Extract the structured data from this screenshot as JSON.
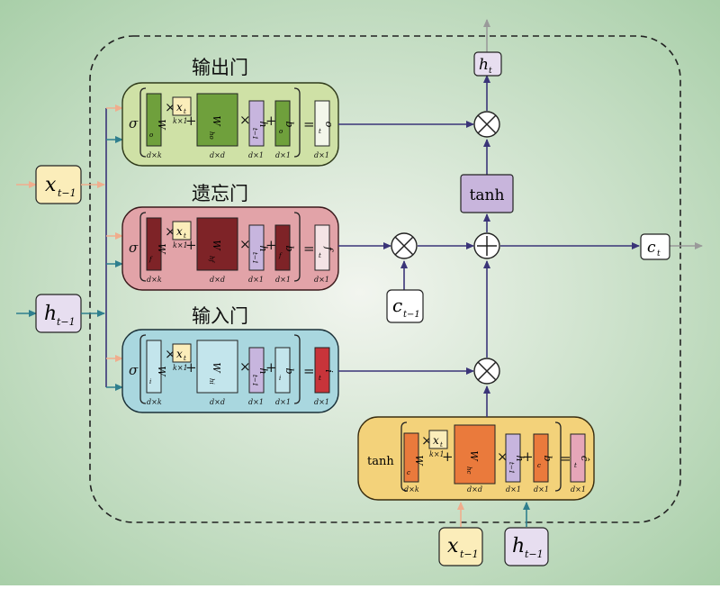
{
  "gates": [
    {
      "key": "output",
      "title": "输出门",
      "activation": "σ",
      "w_x": "W",
      "w_x_sub": "o",
      "w_h": "W",
      "w_h_sub": "ho",
      "h_label": "h",
      "h_sub": "t−1",
      "b_label": "b",
      "b_sub": "o",
      "result": "o",
      "result_sub": "t",
      "colors": {
        "bg": "#cfe1a6",
        "border": "#2f3a1a",
        "fill": "#6fa03c",
        "result_fill": "#f3f6ea"
      }
    },
    {
      "key": "forget",
      "title": "遗忘门",
      "activation": "σ",
      "w_x": "W",
      "w_x_sub": "f",
      "w_h": "W",
      "w_h_sub": "hf",
      "h_label": "h",
      "h_sub": "t−1",
      "b_label": "b",
      "b_sub": "f",
      "result": "f",
      "result_sub": "t",
      "colors": {
        "bg": "#e2a3a8",
        "border": "#3a1a1c",
        "fill": "#7e2327",
        "result_fill": "#f4e3e5"
      }
    },
    {
      "key": "input",
      "title": "输入门",
      "activation": "σ",
      "w_x": "W",
      "w_x_sub": "i",
      "w_h": "W",
      "w_h_sub": "hi",
      "h_label": "h",
      "h_sub": "t−1",
      "b_label": "b",
      "b_sub": "i",
      "result": "i",
      "result_sub": "t",
      "colors": {
        "bg": "#a9d7df",
        "border": "#1a3038",
        "fill": "#c3e5ec",
        "result_fill": "#c8343a"
      }
    }
  ],
  "candidate": {
    "activation": "tanh",
    "w_x": "W",
    "w_x_sub": "c",
    "w_h": "W",
    "w_h_sub": "hc",
    "h_label": "h",
    "h_sub": "t−1",
    "b_label": "b",
    "b_sub": "c",
    "result": "ĉ",
    "result_sub": "t",
    "colors": {
      "bg": "#f3d27a",
      "border": "#3a2e10",
      "fill": "#ea7a3c",
      "result_fill": "#e6a6b8"
    }
  },
  "dims": {
    "w_x": "d×k",
    "x": "k×1",
    "w_h": "d×d",
    "h": "d×1",
    "b": "d×1",
    "result": "d×1"
  },
  "inputs": {
    "x_label": "x",
    "x_sub": "t−1",
    "xt_label": "x",
    "xt_sub": "t",
    "h_label": "h",
    "h_sub": "t−1",
    "c_prev_label": "c",
    "c_prev_sub": "t−1"
  },
  "outputs": {
    "h_label": "h",
    "h_sub": "t",
    "c_label": "c",
    "c_sub": "t"
  },
  "operators": {
    "times": "×",
    "plus": "+",
    "equals": "=",
    "tanh_label": "tanh"
  },
  "colors": {
    "background": "#e6efe2",
    "arrow": "#3a3478",
    "x_box": "#fbedba",
    "h_box": "#e7def0",
    "c_box": "#ffffff",
    "tanh_box": "#c8b5dc",
    "h_matrix": "#c7b5de",
    "x_arrow": "#f0ad8d",
    "h_arrow": "#2f7f8e",
    "out_arrow": "#9a9a9a"
  }
}
